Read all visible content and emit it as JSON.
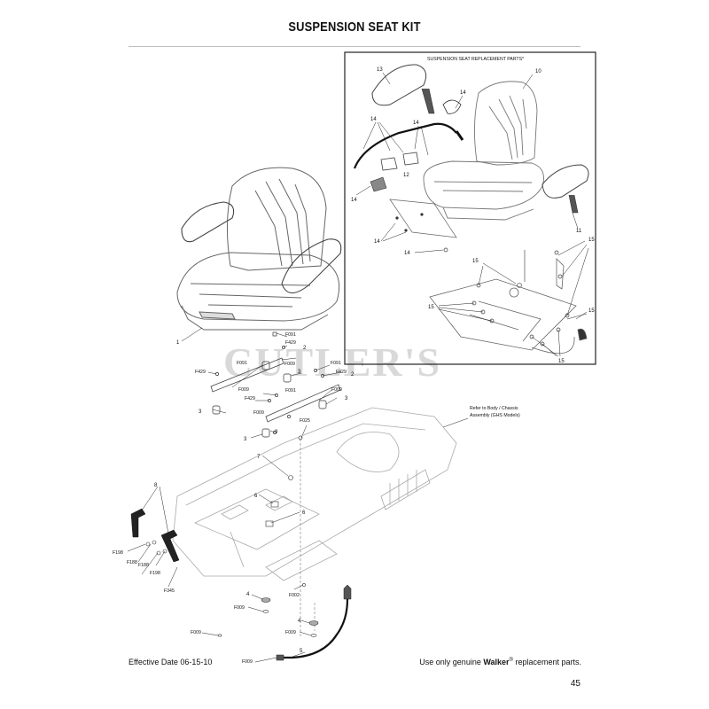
{
  "page": {
    "title": "SUSPENSION SEAT KIT",
    "effective_date": "Effective Date 06-15-10",
    "footer_prefix": "Use only genuine ",
    "footer_brand": "Walker",
    "footer_reg": "®",
    "footer_suffix": " replacement parts.",
    "page_number": "45"
  },
  "inset": {
    "title": "SUSPENSION SEAT REPLACEMENT PARTS*"
  },
  "watermark": "CUTLER'S",
  "note": {
    "line1": "Refer to Body / Chassis",
    "line2": "Assembly (GHS Models)"
  },
  "callouts": {
    "c1": "1",
    "c2a": "2",
    "c2b": "2",
    "c3a": "3",
    "c3b": "3",
    "c3c": "3",
    "c3d": "3",
    "c4a": "4",
    "c4b": "4",
    "c5": "5",
    "c6a": "6",
    "c6b": "6",
    "c7": "7",
    "c8": "8",
    "c9": "9",
    "f091a": "F091",
    "f091b": "F091",
    "f091c": "F091",
    "f091d": "F091",
    "f429a": "F429",
    "f429b": "F429",
    "f429c": "F429",
    "f429d": "F429",
    "f009a": "F009",
    "f009b": "F009",
    "f009c": "F009",
    "f009d": "F009",
    "f009e": "F009",
    "f009f": "F009",
    "f009g": "F009",
    "f009h": "F009",
    "f025": "F025",
    "f002": "F002",
    "f345": "F345",
    "f198a": "F198",
    "f198b": "F198",
    "f188a": "F188",
    "f188b": "F188",
    "i10": "10",
    "i11": "11",
    "i12": "12",
    "i13": "13",
    "i14a": "14",
    "i14b": "14",
    "i14c": "14",
    "i14d": "14",
    "i14e": "14",
    "i14f": "14",
    "i15a": "15",
    "i15b": "15",
    "i15c": "15",
    "i15d": "15",
    "i15e": "15"
  }
}
